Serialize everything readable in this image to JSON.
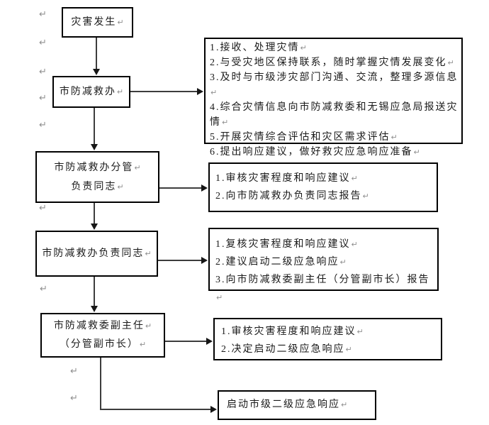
{
  "marks": {
    "return_mark": "↵"
  },
  "colors": {
    "background": "#ffffff",
    "box_border": "#000000",
    "connector": "#3d3d3d",
    "text": "#1a1a1a",
    "format_mark": "#8f8f8f"
  },
  "diagram": {
    "type": "flowchart",
    "nodes": {
      "start": {
        "label": "灾害发生"
      },
      "office": {
        "label": "市防减救办"
      },
      "office_tasks": {
        "items": [
          "1.接收、处理灾情",
          "2.与受灾地区保持联系，随时掌握灾情发展变化",
          "3.及时与市级涉灾部门沟通、交流，整理多源信息",
          "4.综合灾情信息向市防减救委和无锡应急局报送灾情",
          "5.开展灾情综合评估和灾区需求评估",
          "6.提出响应建议，做好救灾应急响应准备"
        ]
      },
      "office_deputy": {
        "line1": "市防减救办分管",
        "line2": "负责同志"
      },
      "office_deputy_tasks": {
        "items": [
          "1.审核灾害程度和响应建议",
          "2.向市防减救办负责同志报告"
        ]
      },
      "office_lead": {
        "label": "市防减救办负责同志"
      },
      "office_lead_tasks": {
        "items": [
          "1.复核灾害程度和响应建议",
          "2.建议启动二级应急响应",
          "3.向市防减救委副主任（分管副市长）报告"
        ]
      },
      "committee_vice_director": {
        "line1": "市防减救委副主任",
        "line2": "（分管副市长）"
      },
      "committee_vice_director_tasks": {
        "items": [
          "1.审核灾害程度和响应建议",
          "2.决定启动二级应急响应"
        ]
      },
      "activate_response": {
        "label": "启动市级二级应急响应"
      }
    }
  }
}
